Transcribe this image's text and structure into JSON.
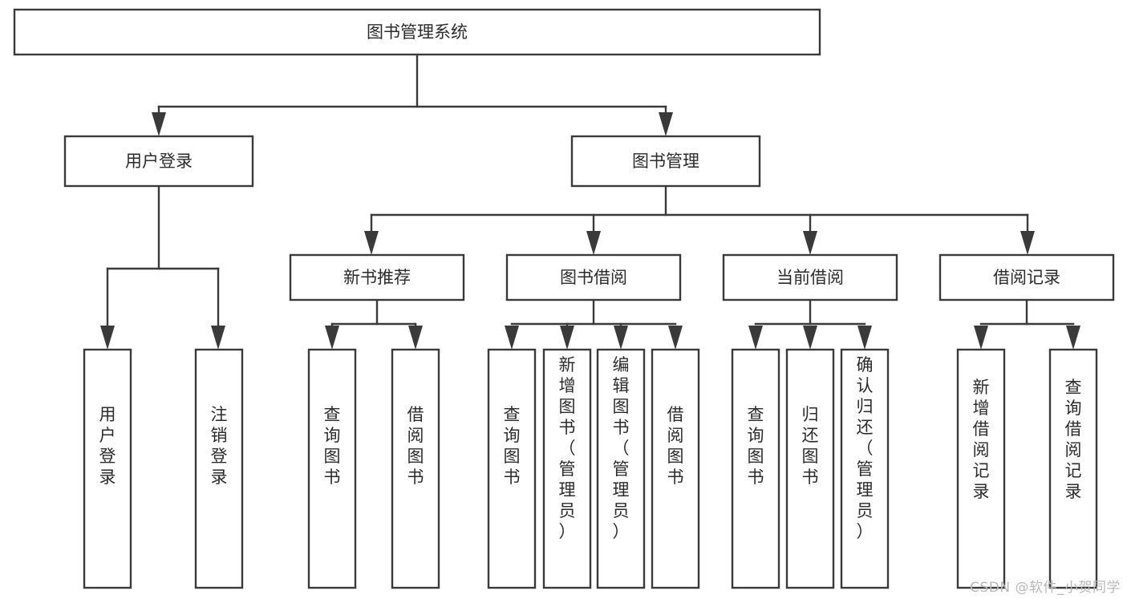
{
  "diagram": {
    "type": "tree",
    "title": "图书管理系统",
    "orientation": "top-down",
    "watermark": "CSDN @软件_小贺同学",
    "colors": {
      "stroke": "#3a3a3a",
      "box_fill": "#ffffff",
      "text": "#2b2b2b",
      "background": "#ffffff",
      "watermark": "#b8b8b8"
    },
    "nodes": {
      "root": {
        "label": "图书管理系统",
        "level": 1
      },
      "n_user_login": {
        "label": "用户登录",
        "level": 2
      },
      "n_book_manage": {
        "label": "图书管理",
        "level": 2
      },
      "n_new_book": {
        "label": "新书推荐",
        "level": 3
      },
      "n_borrow": {
        "label": "图书借阅",
        "level": 3
      },
      "n_current_borrow": {
        "label": "当前借阅",
        "level": 3
      },
      "n_borrow_record": {
        "label": "借阅记录",
        "level": 3
      },
      "leaf_user_login": {
        "label": "用户登录",
        "level": 4
      },
      "leaf_logout": {
        "label": "注销登录",
        "level": 4
      },
      "leaf_query_book_1": {
        "label": "查询图书",
        "level": 4
      },
      "leaf_borrow_book_1": {
        "label": "借阅图书",
        "level": 4
      },
      "leaf_query_book_2": {
        "label": "查询图书",
        "level": 4
      },
      "leaf_add_book": {
        "label": "新增图书（管理员）",
        "level": 4
      },
      "leaf_edit_book": {
        "label": "编辑图书（管理员）",
        "level": 4
      },
      "leaf_borrow_book_2": {
        "label": "借阅图书",
        "level": 4
      },
      "leaf_query_book_3": {
        "label": "查询图书",
        "level": 4
      },
      "leaf_return_book": {
        "label": "归还图书",
        "level": 4
      },
      "leaf_confirm_return": {
        "label": "确认归还（管理员）",
        "level": 4
      },
      "leaf_add_record": {
        "label": "新增借阅记录",
        "level": 4
      },
      "leaf_query_record": {
        "label": "查询借阅记录",
        "level": 4
      }
    },
    "edges": [
      {
        "from": "root",
        "to": "n_user_login"
      },
      {
        "from": "root",
        "to": "n_book_manage"
      },
      {
        "from": "n_user_login",
        "to": "leaf_user_login"
      },
      {
        "from": "n_user_login",
        "to": "leaf_logout"
      },
      {
        "from": "n_book_manage",
        "to": "n_new_book"
      },
      {
        "from": "n_book_manage",
        "to": "n_borrow"
      },
      {
        "from": "n_book_manage",
        "to": "n_current_borrow"
      },
      {
        "from": "n_book_manage",
        "to": "n_borrow_record"
      },
      {
        "from": "n_new_book",
        "to": "leaf_query_book_1"
      },
      {
        "from": "n_new_book",
        "to": "leaf_borrow_book_1"
      },
      {
        "from": "n_borrow",
        "to": "leaf_query_book_2"
      },
      {
        "from": "n_borrow",
        "to": "leaf_add_book"
      },
      {
        "from": "n_borrow",
        "to": "leaf_edit_book"
      },
      {
        "from": "n_borrow",
        "to": "leaf_borrow_book_2"
      },
      {
        "from": "n_current_borrow",
        "to": "leaf_query_book_3"
      },
      {
        "from": "n_current_borrow",
        "to": "leaf_return_book"
      },
      {
        "from": "n_current_borrow",
        "to": "leaf_confirm_return"
      },
      {
        "from": "n_borrow_record",
        "to": "leaf_add_record"
      },
      {
        "from": "n_borrow_record",
        "to": "leaf_query_record"
      }
    ]
  }
}
